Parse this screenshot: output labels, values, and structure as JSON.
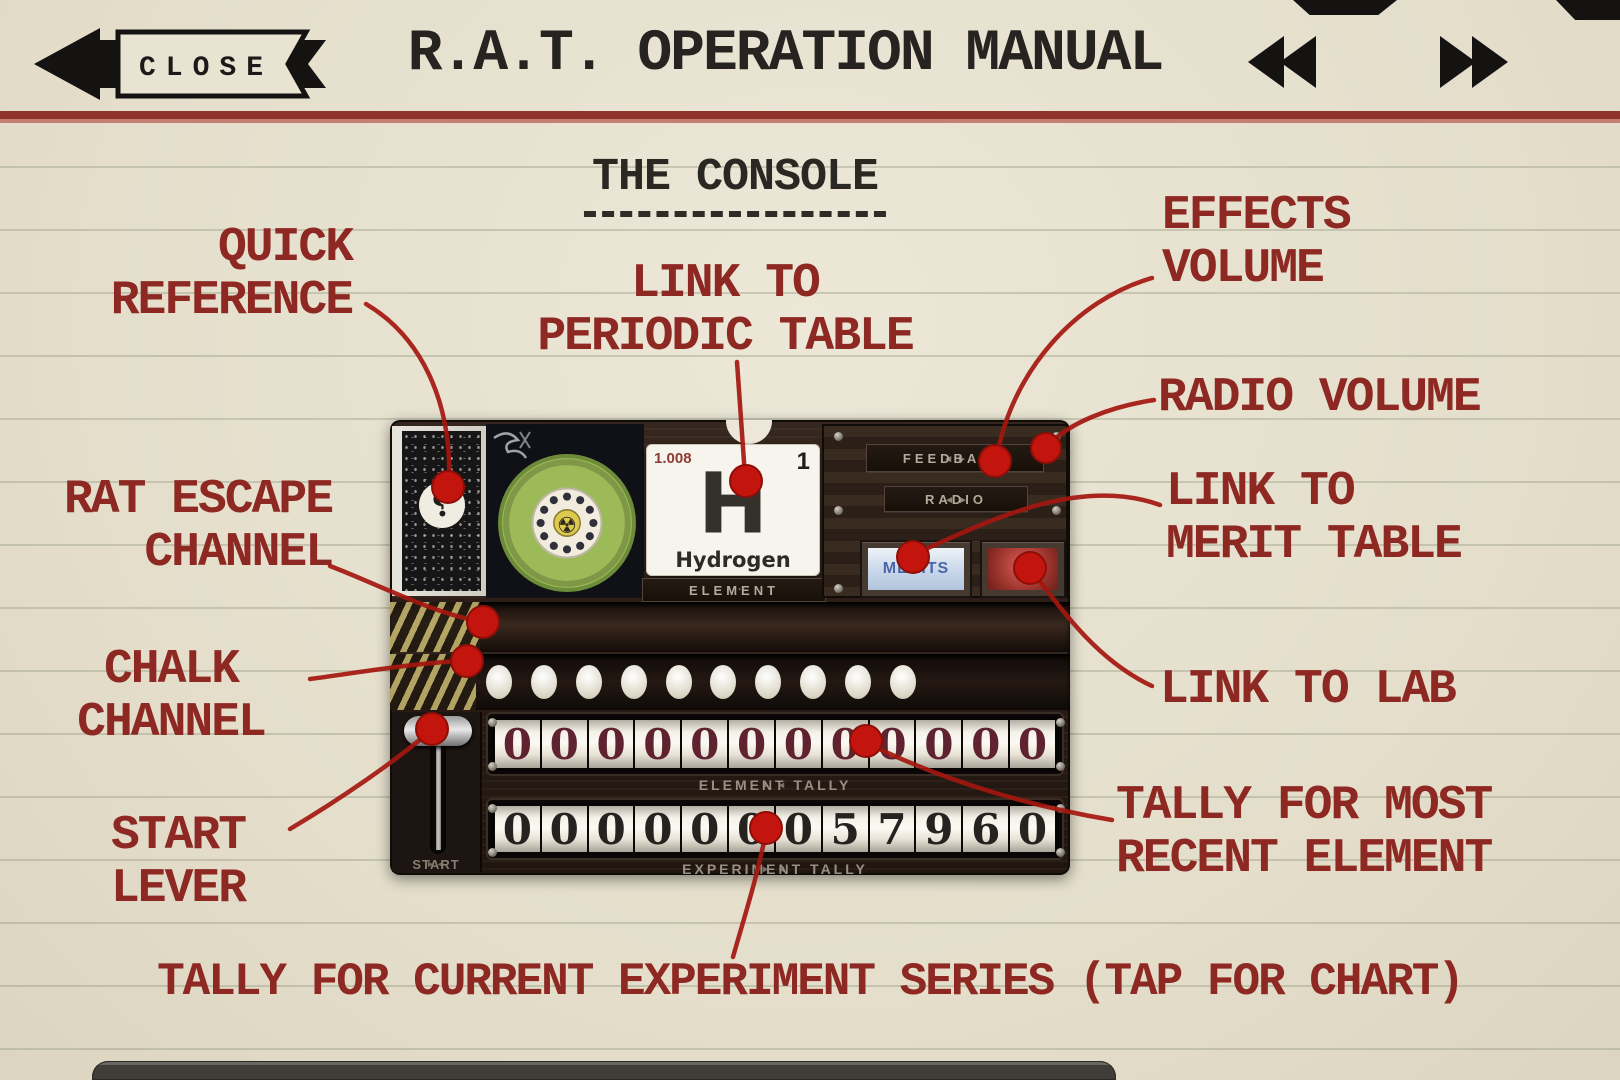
{
  "header": {
    "close_label": "CLOSE",
    "title": "R.A.T. OPERATION MANUAL"
  },
  "section": {
    "title": "THE CONSOLE"
  },
  "callouts": {
    "quick_reference": {
      "line1": "QUICK",
      "line2": "REFERENCE"
    },
    "link_periodic": {
      "line1": "LINK TO",
      "line2": "PERIODIC TABLE"
    },
    "effects_volume": {
      "line1": "EFFECTS",
      "line2": "VOLUME"
    },
    "radio_volume": {
      "line1": "RADIO VOLUME"
    },
    "link_merit": {
      "line1": "LINK TO",
      "line2": "MERIT TABLE"
    },
    "rat_escape": {
      "line1": "RAT ESCAPE",
      "line2": "CHANNEL"
    },
    "chalk_channel": {
      "line1": "CHALK",
      "line2": "CHANNEL"
    },
    "link_lab": {
      "line1": "LINK TO LAB"
    },
    "start_lever": {
      "line1": "START",
      "line2": "LEVER"
    },
    "tally_recent": {
      "line1": "TALLY FOR MOST",
      "line2": "RECENT ELEMENT"
    },
    "tally_series": {
      "line1": "TALLY FOR CURRENT EXPERIMENT SERIES (TAP FOR CHART)"
    }
  },
  "console": {
    "reference_book": {
      "glyph": "?"
    },
    "dial": {
      "radiation_glyph": "☢"
    },
    "element_tile": {
      "mass": "1.008",
      "number": "1",
      "symbol": "H",
      "name": "Hydrogen",
      "plate_label": "ELEMENT"
    },
    "feedback_label": "FEEDBACK",
    "radio_label": "RADIO",
    "merits_label": "MERITS",
    "start_label": "START",
    "element_tally": {
      "label": "ELEMENT TALLY",
      "digits": "000000000000"
    },
    "experiment_tally": {
      "label": "EXPERIMENT TALLY",
      "digits": "000000057960"
    },
    "chalk_dots": 10,
    "glyphs": {
      "left": "◂",
      "right": "▸",
      "dot": "·"
    }
  },
  "colors": {
    "label_red": "#8e2823",
    "dot_red": "#c3140d",
    "paper": "#e9e3d2",
    "console_wood": "#2a1d16"
  }
}
